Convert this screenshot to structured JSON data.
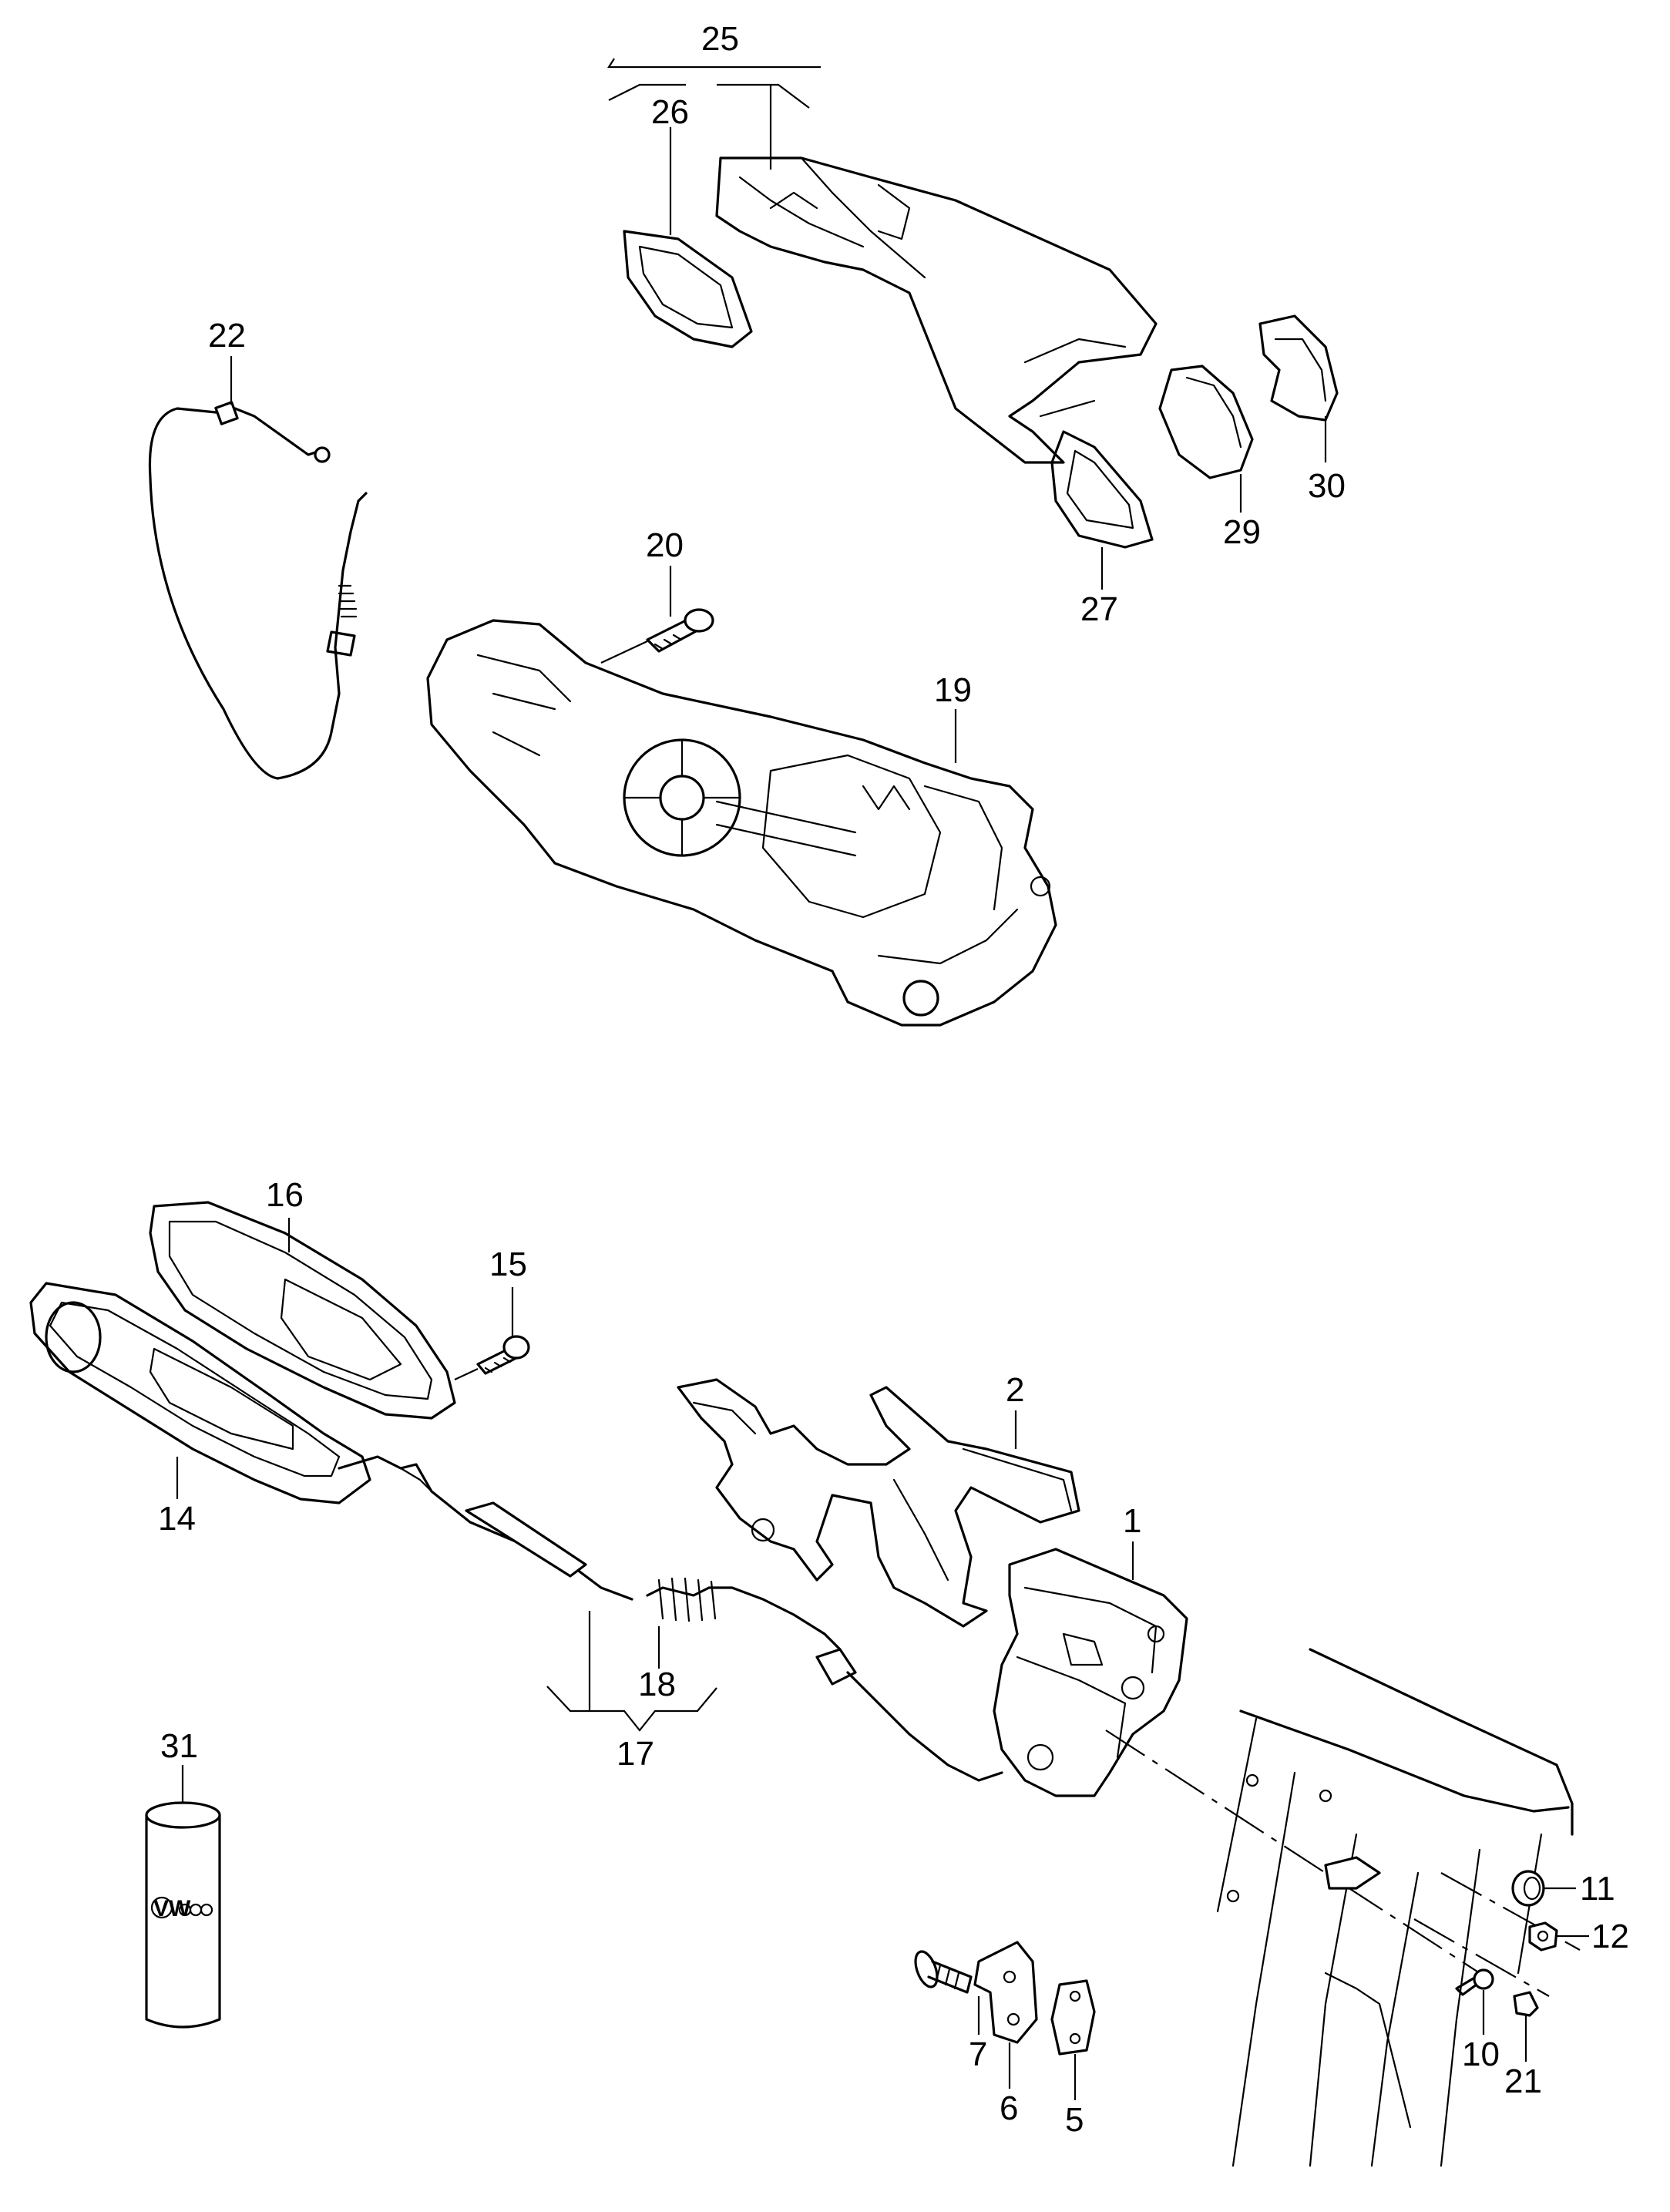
{
  "callouts": [
    "1",
    "2",
    "5",
    "6",
    "7",
    "10",
    "11",
    "12",
    "14",
    "15",
    "16",
    "17",
    "18",
    "19",
    "20",
    "21",
    "22",
    "25",
    "26",
    "27",
    "29",
    "30",
    "31"
  ],
  "logo_text": "VW"
}
